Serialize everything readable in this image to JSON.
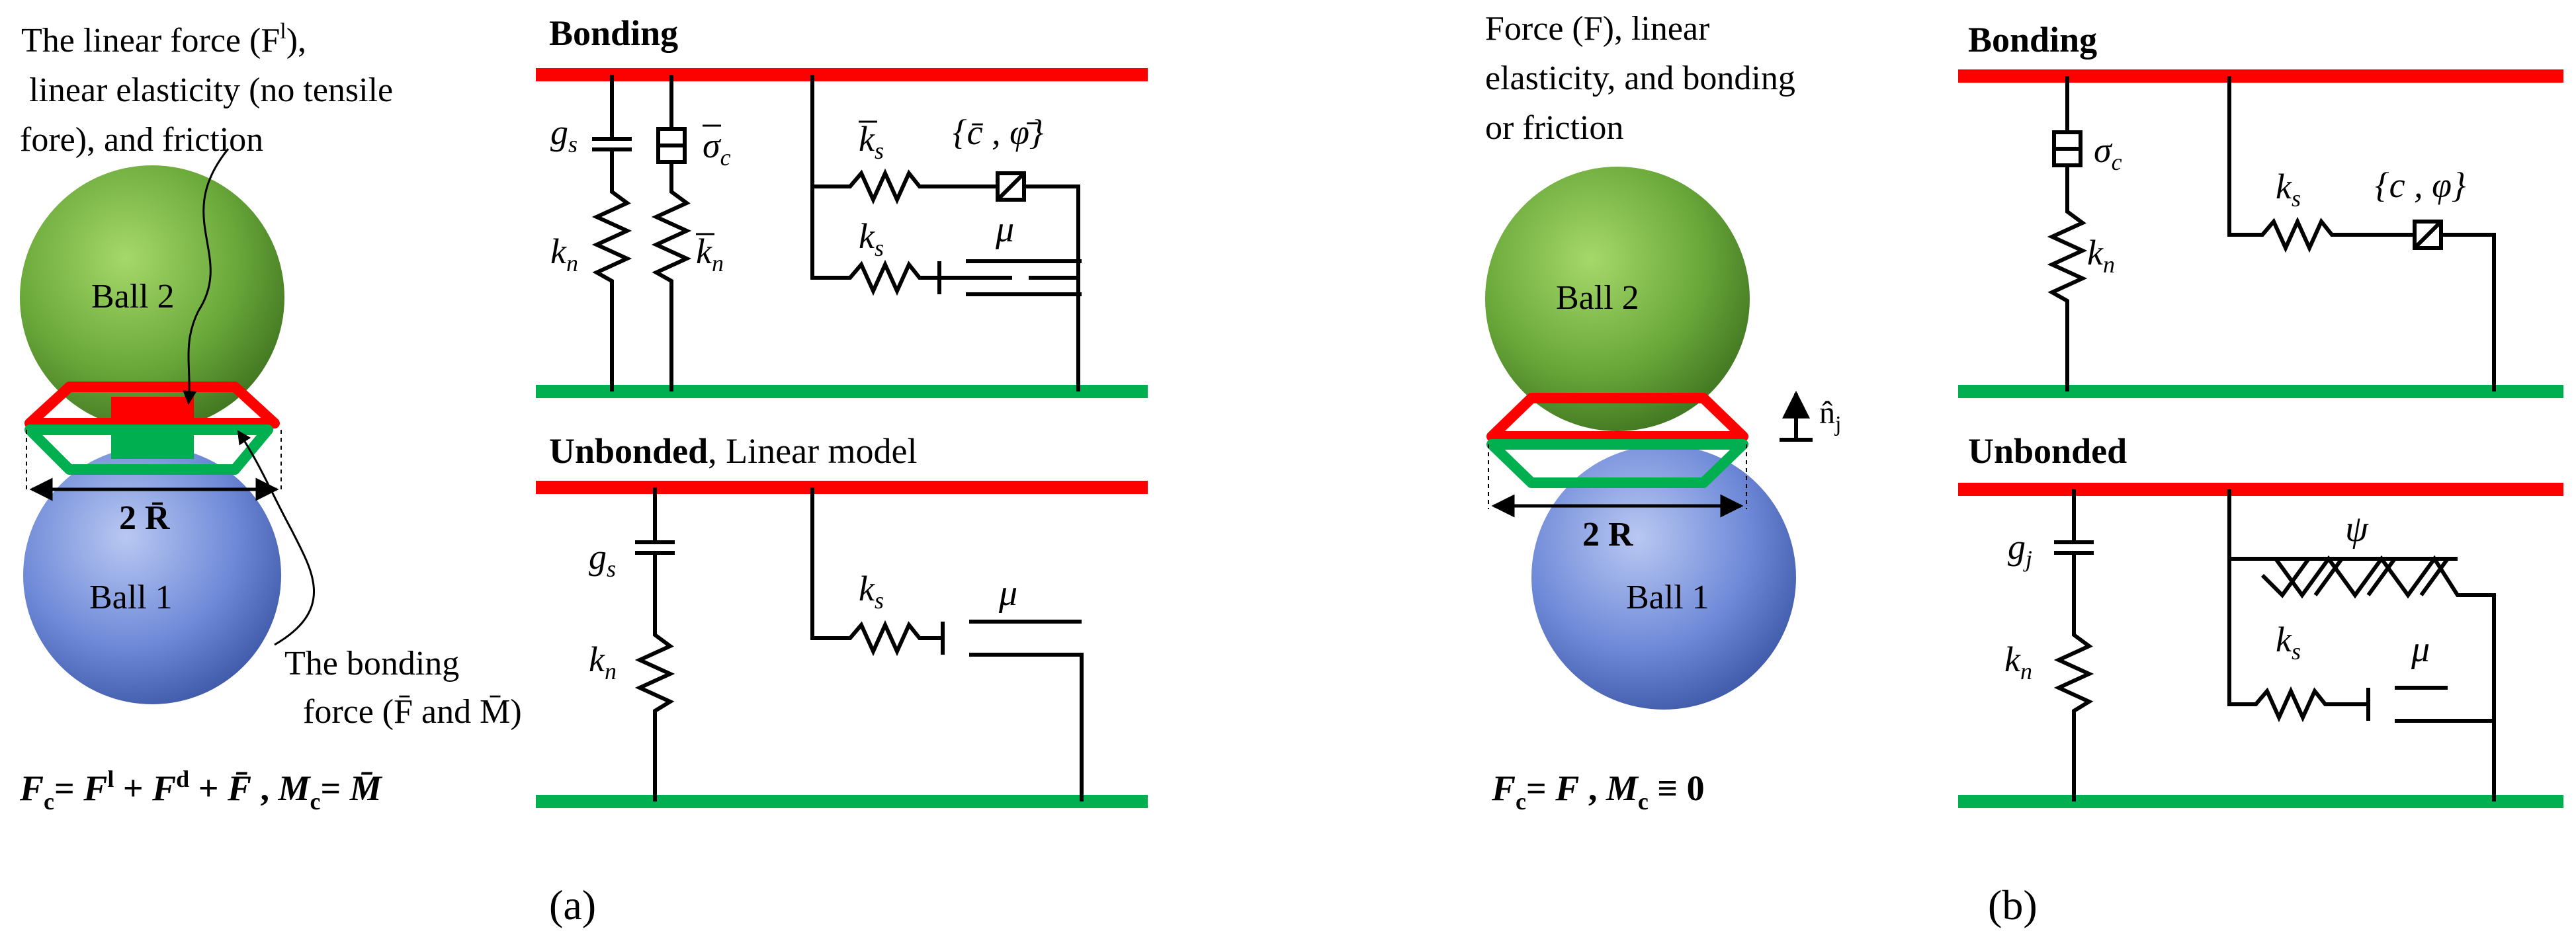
{
  "colors": {
    "red_wall": "#ff0000",
    "green_wall": "#00b050",
    "ball_green": "#5a9a2a",
    "ball_blue": "#5a78c8",
    "ink": "#000000"
  },
  "panel_a": {
    "annotation_top": [
      "The linear force (F",
      "), ",
      "linear elasticity (no tensile",
      "fore), and friction"
    ],
    "annotation_top_sup": "l",
    "ball_2": "Ball 2",
    "ball_1": "Ball 1",
    "radius_label": "2 R̄",
    "annotation_bottom": [
      "The bonding",
      "force (F̄ and M̄)"
    ],
    "equation": "F_c = F^l + F^d + F̄ ,  M_c = M̄",
    "eq_parts": [
      "F",
      "c",
      "= ",
      "F",
      "l",
      " + ",
      "F",
      "d",
      " + ",
      "F̄",
      " ,  ",
      "M",
      "c",
      "= ",
      "M̄"
    ],
    "bonding_title": "Bonding",
    "unbonded_title": "Unbonded",
    "unbonded_subtitle": ", Linear model",
    "labels": {
      "gs": "g",
      "gs_sub": "s",
      "kn": "k",
      "kn_sub": "n",
      "sigma_c": "σ",
      "sigma_sub": "c",
      "kn_bar": "k",
      "kn_bar_sub": "n",
      "ks_bar": "k",
      "ks_bar_sub": "s",
      "cphi_bar": "{c̄ , φ̄}",
      "ks": "k",
      "ks_sub": "s",
      "mu": "μ"
    },
    "caption": "(a)"
  },
  "panel_b": {
    "annotation_top": [
      "Force (F), linear",
      "elasticity, and bonding",
      "or friction"
    ],
    "ball_2": "Ball 2",
    "ball_1": "Ball 1",
    "radius_label": "2 R",
    "normal_label": "n̂",
    "normal_sub": "j",
    "equation": "F_c = F ,  M_c ≡ 0",
    "bonding_title": "Bonding",
    "unbonded_title": "Unbonded",
    "labels": {
      "sigma_c": "σ",
      "sigma_sub": "c",
      "kn": "k",
      "kn_sub": "n",
      "ks": "k",
      "ks_sub": "s",
      "cphi": "{c , φ}",
      "gj": "g",
      "gj_sub": "j",
      "psi": "ψ",
      "mu": "μ"
    },
    "caption": "(b)"
  }
}
